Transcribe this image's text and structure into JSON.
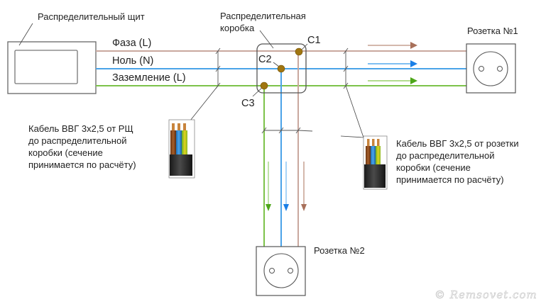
{
  "colors": {
    "phase": "#c9a89e",
    "phase_arrow": "#a8705a",
    "neutral": "#4aa3e8",
    "neutral_arrow": "#1a7fe6",
    "ground": "#7dc24a",
    "ground_arrow": "#4da619",
    "outline": "#555555",
    "junction_dot": "#a0750f",
    "cable_jacket": "#2a2a2a",
    "core_brown": "#8b4a1c",
    "core_blue": "#2f86d0",
    "core_yellow_green": "#b9c92a"
  },
  "labels": {
    "panel": "Распределительный щит",
    "junction_box_line1": "Распределительная",
    "junction_box_line2": "коробка",
    "wire_phase": "Фаза (L)",
    "wire_neutral": "Ноль (N)",
    "wire_ground": "Заземление (L)",
    "c1": "С1",
    "c2": "С2",
    "c3": "С3",
    "socket1": "Розетка №1",
    "socket2": "Розетка №2",
    "watermark": "© Remsovet.com"
  },
  "cable_notes": {
    "left": [
      "Кабель ВВГ 3х2,5 от РЩ",
      "до распределительной",
      "коробки (сечение",
      "принимается по расчёту)"
    ],
    "right": [
      "Кабель ВВГ 3х2,5 от розетки",
      "до распределительной",
      "коробки (сечение",
      "принимается по расчёту)"
    ]
  }
}
